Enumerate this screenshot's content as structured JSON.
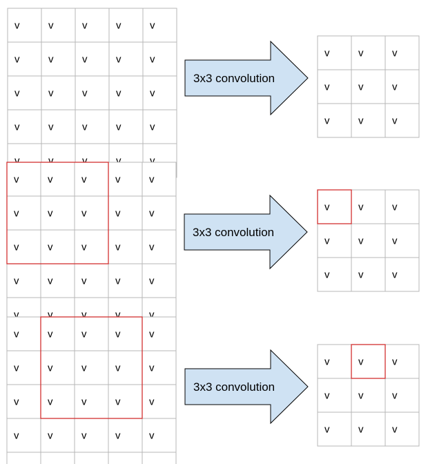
{
  "colors": {
    "grid_line": "#b7b7b7",
    "arrow_fill": "#cfe2f3",
    "highlight": "#d32f2f",
    "text": "#000000"
  },
  "icons": {
    "arrow": "right-arrow-icon"
  },
  "cell_symbol": "v",
  "rows": [
    {
      "input": {
        "rows": 5,
        "cols": 5,
        "highlight": null
      },
      "arrow_label": "3x3 convolution",
      "output": {
        "rows": 3,
        "cols": 3,
        "highlight": null
      }
    },
    {
      "input": {
        "rows": 5,
        "cols": 5,
        "highlight": {
          "row": 0,
          "col": 0,
          "rows": 3,
          "cols": 3
        }
      },
      "arrow_label": "3x3 convolution",
      "output": {
        "rows": 3,
        "cols": 3,
        "highlight": {
          "row": 0,
          "col": 0,
          "rows": 1,
          "cols": 1
        }
      }
    },
    {
      "input": {
        "rows": 5,
        "cols": 5,
        "highlight": {
          "row": 0,
          "col": 1,
          "rows": 3,
          "cols": 3
        }
      },
      "arrow_label": "3x3 convolution",
      "output": {
        "rows": 3,
        "cols": 3,
        "highlight": {
          "row": 0,
          "col": 1,
          "rows": 1,
          "cols": 1
        }
      }
    }
  ]
}
